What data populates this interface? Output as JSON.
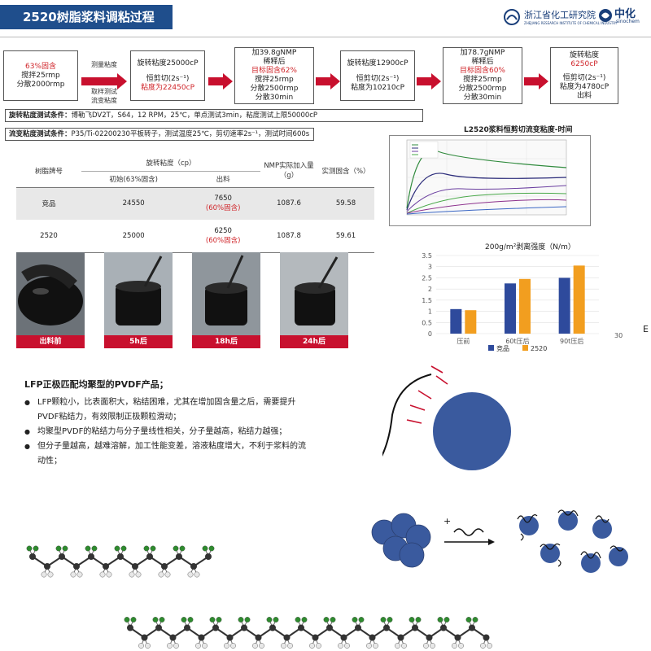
{
  "header": {
    "title": "2520树脂浆料调粘过程",
    "logo1_name": "浙江省化工研究院",
    "logo1_sub": "ZHEJIANG RESEARCH INSTITUTE OF CHEMICAL INDUSTRY",
    "logo2_name": "中化",
    "logo2_sub": "sinochem"
  },
  "flow": {
    "step1": [
      "63%固含",
      "搅拌25rmp",
      "分散2000rmp"
    ],
    "arrow1": [
      "测量粘度",
      "",
      "取样测试",
      "流变粘度"
    ],
    "step2": [
      "旋转粘度25000cP",
      "",
      "恒剪切(2s⁻¹)",
      "粘度为22450cP"
    ],
    "step3": [
      "加39.8gNMP",
      "稀释后",
      "目标固含62%",
      "搅拌25rmp",
      "分散2500rmp",
      "分散30min"
    ],
    "step4": [
      "旋转粘度12900cP",
      "",
      "恒剪切(2s⁻¹)",
      "粘度为10210cP"
    ],
    "step5": [
      "加78.7gNMP",
      "稀释后",
      "目标固含60%",
      "搅拌25rmp",
      "分散2500rmp",
      "分散30min"
    ],
    "step6": [
      "旋转粘度",
      "6250cP",
      "",
      "恒剪切(2s⁻¹)",
      "粘度为4780cP",
      "出料"
    ]
  },
  "conditions": {
    "rot_label": "旋转粘度测试条件：",
    "rot_text": "博勒飞DV2T，S64，12 RPM，25℃，单点测试3min，粘度测试上限50000cP",
    "flow_label": "流变粘度测试条件：",
    "flow_text": "P35/Ti-02200230平板转子，测试温度25℃，剪切速率2s⁻¹，测试时间600s"
  },
  "table": {
    "h_resin": "树脂牌号",
    "h_rot": "旋转粘度（cp）",
    "h_init": "初始(63%固含)",
    "h_out": "出料",
    "h_nmp": "NMP实际加入量（g）",
    "h_solid": "实测固含（%）",
    "rows": [
      {
        "name": "竞品",
        "init": "24550",
        "out": "7650",
        "out_note": "(60%固含)",
        "nmp": "1087.6",
        "solid": "59.58"
      },
      {
        "name": "2520",
        "init": "25000",
        "out": "6250",
        "out_note": "(60%固含)",
        "nmp": "1087.8",
        "solid": "59.61"
      }
    ]
  },
  "photos": [
    "出料前",
    "5h后",
    "18h后",
    "24h后"
  ],
  "line_chart_title": "L2520浆料恒剪切流变粘度-时间",
  "bar_chart": {
    "title": "200g/m²剥离强度（N/m）",
    "legend_a": "竞品",
    "legend_b": "2520"
  },
  "chart_data": {
    "type": "bar",
    "title": "200g/m²剥离强度（N/m）",
    "categories": [
      "压前",
      "60t压后",
      "90t压后"
    ],
    "series": [
      {
        "name": "竞品",
        "values": [
          1.1,
          2.25,
          2.5
        ],
        "color": "#2e4a9c"
      },
      {
        "name": "2520",
        "values": [
          1.05,
          2.45,
          3.05
        ],
        "color": "#f29e1f"
      }
    ],
    "ylim": [
      0,
      3.5
    ],
    "yticks": [
      "0",
      "0.5",
      "1",
      "1.5",
      "2",
      "2.5",
      "3",
      "3.5"
    ],
    "legend": "bottom",
    "grid": true
  },
  "bullets": {
    "heading": "LFP正极匹配均聚型的PVDF产品；",
    "items": [
      "LFP颗粒小，比表面积大，粘结困难，尤其在增加固含量之后，需要提升PVDF粘结力，有效限制正极颗粒滑动；",
      "均聚型PVDF的粘结力与分子量线性相关，分子量越高，粘结力越强；",
      "但分子量越高，越难溶解，加工性能变差，溶液粘度增大，不利于浆料的流动性；"
    ]
  },
  "diagram": {
    "plus": "+"
  },
  "page_number": "30",
  "edge_char": "E"
}
